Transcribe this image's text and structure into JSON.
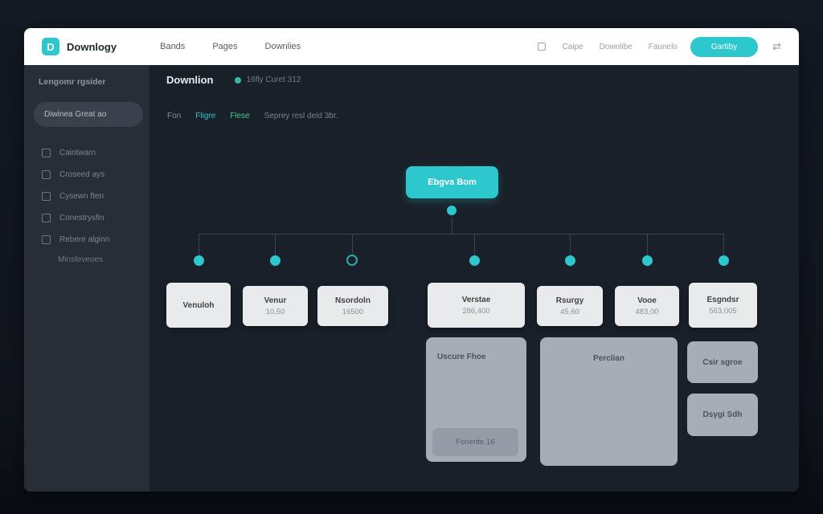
{
  "topbar": {
    "brand": "Downlogy",
    "nav": [
      {
        "label": "Bands"
      },
      {
        "label": "Pages"
      },
      {
        "label": "Downlies"
      }
    ],
    "right_links": [
      {
        "label": "Caipe"
      },
      {
        "label": "Downlibe"
      },
      {
        "label": "Faunelo"
      }
    ],
    "cta": "Gartiby",
    "swap_icon": "⇄"
  },
  "sidebar": {
    "title": "Lengomr rgsider",
    "active": "Diwinea Great ao",
    "items": [
      {
        "label": "Caintwarn"
      },
      {
        "label": "Croseed ays"
      },
      {
        "label": "Cysewn ften"
      },
      {
        "label": "Conestrysfin"
      },
      {
        "label": "Rebere alginn"
      }
    ],
    "subitem": "Minsfeveoes"
  },
  "main": {
    "title": "Downlion",
    "status": "16fly Curet 312",
    "filters": {
      "f1": "Fon",
      "f2": "Fligre",
      "f3": "Flese",
      "note": "Seprey resl deid 3br."
    }
  },
  "flow": {
    "root": "Ebgva Bom",
    "nodes": [
      {
        "title": "Venuloh",
        "value": ""
      },
      {
        "title": "Venur",
        "value": "10,50"
      },
      {
        "title": "Nsordoln",
        "value": "16500"
      },
      {
        "title": "Verstae",
        "value": "286,400"
      },
      {
        "title": "Rsurgy",
        "value": "45,60"
      },
      {
        "title": "Vooe",
        "value": "483,00"
      },
      {
        "title": "Esgndsr",
        "value": "563,005"
      }
    ]
  },
  "panels": {
    "p1": {
      "title": "Uscure Fhoe",
      "inner": "Fonerite 16"
    },
    "p2": {
      "title": "Perclian"
    },
    "p3": {
      "title": "Csir sgroe"
    },
    "p4": {
      "title": "Dsygi Sdh"
    }
  },
  "colors": {
    "accent": "#2cc8cd",
    "green": "#45c98a",
    "card": "#e9eaec",
    "panel": "#a6adb6"
  }
}
